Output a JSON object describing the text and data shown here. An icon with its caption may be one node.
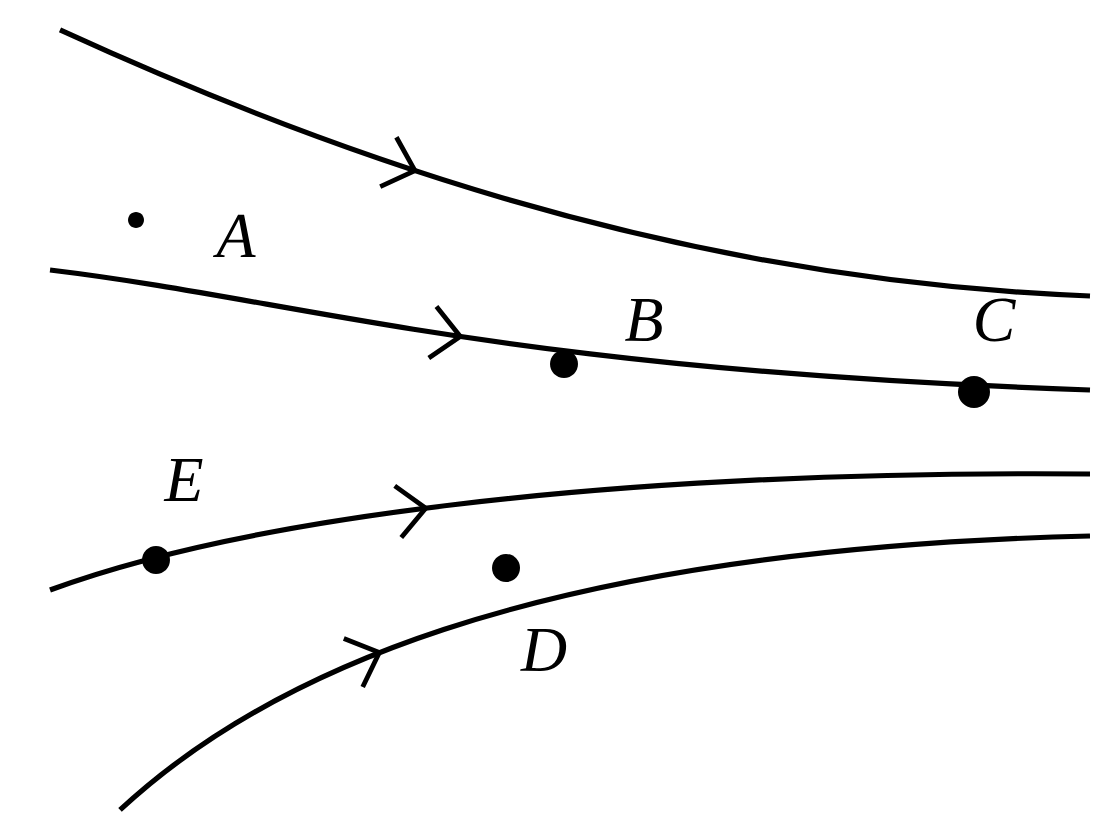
{
  "diagram": {
    "labels": [
      "A",
      "B",
      "C",
      "E",
      "D"
    ]
  }
}
